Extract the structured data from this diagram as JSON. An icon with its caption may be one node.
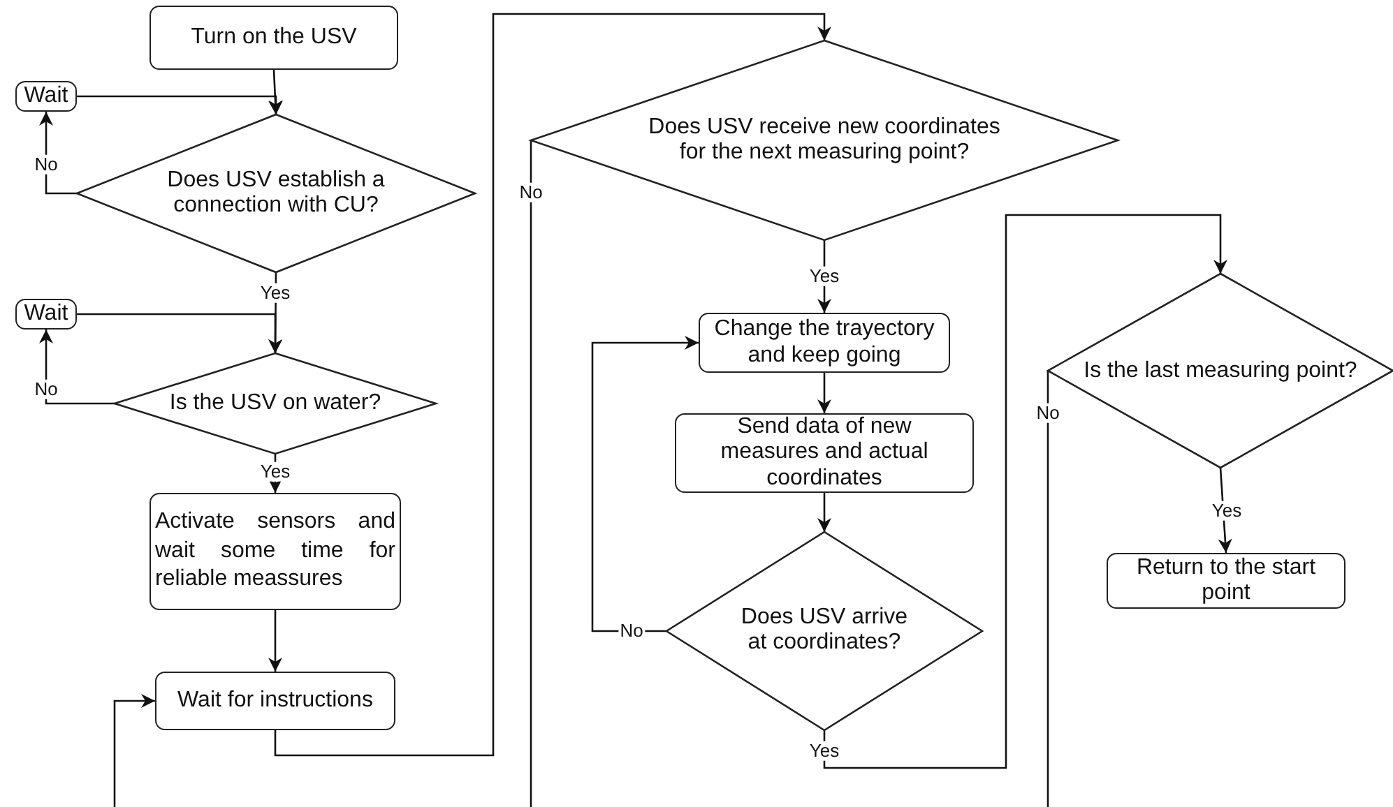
{
  "diagram": {
    "nodes": [
      {
        "text": [
          "Turn on the USV"
        ]
      },
      {
        "text": [
          "Wait"
        ]
      },
      {
        "text": [
          "Does USV establish a connection with CU?"
        ]
      },
      {
        "text": [
          "Wait"
        ]
      },
      {
        "text": [
          "Is the USV on water?"
        ]
      },
      {
        "text": [
          "Activate sensors and wait some time for reliable meassures"
        ]
      },
      {
        "text": [
          "Wait for instructions"
        ]
      },
      {
        "text": [
          "Does USV receive new coordinates for the next measuring point?"
        ]
      },
      {
        "text": [
          "Change the  trayectory and keep going"
        ]
      },
      {
        "text": [
          "Send data of new measures and actual coordinates"
        ]
      },
      {
        "text": [
          "Does USV arrive at coordinates?"
        ]
      },
      {
        "text": [
          "Is the last measuring point?"
        ]
      },
      {
        "text": [
          "Return to the start point"
        ]
      }
    ],
    "edges": [
      {
        "from": 0,
        "to": 2,
        "arrow": "to"
      },
      {
        "from": 2,
        "to": 1,
        "arrow": "to",
        "label": "No"
      },
      {
        "from": 1,
        "to": 2,
        "arrow": "to"
      },
      {
        "from": 2,
        "to": 4,
        "arrow": "to",
        "label": "Yes"
      },
      {
        "from": 4,
        "to": 3,
        "arrow": "to",
        "label": "No"
      },
      {
        "from": 3,
        "to": 4,
        "arrow": "to"
      },
      {
        "from": 4,
        "to": 5,
        "arrow": "to",
        "label": "Yes"
      },
      {
        "from": 5,
        "to": 6,
        "arrow": "to"
      },
      {
        "from": 6,
        "to": 7,
        "arrow": "to"
      },
      {
        "from": 7,
        "to": 8,
        "arrow": "to",
        "label": "Yes"
      },
      {
        "from": 8,
        "to": 9,
        "arrow": "to"
      },
      {
        "from": 9,
        "to": 10,
        "arrow": "to"
      },
      {
        "from": 10,
        "to": 8,
        "arrow": "to",
        "label": "No"
      },
      {
        "from": 10,
        "to": 11,
        "arrow": "to",
        "label": "Yes"
      },
      {
        "from": 11,
        "to": 12,
        "arrow": "to",
        "label": "Yes"
      },
      {
        "from": 7,
        "to": null,
        "arrow": "none",
        "label": "No"
      },
      {
        "from": 11,
        "to": null,
        "arrow": "none",
        "label": "No"
      },
      {
        "from": null,
        "to": 6,
        "arrow": "to"
      }
    ]
  }
}
